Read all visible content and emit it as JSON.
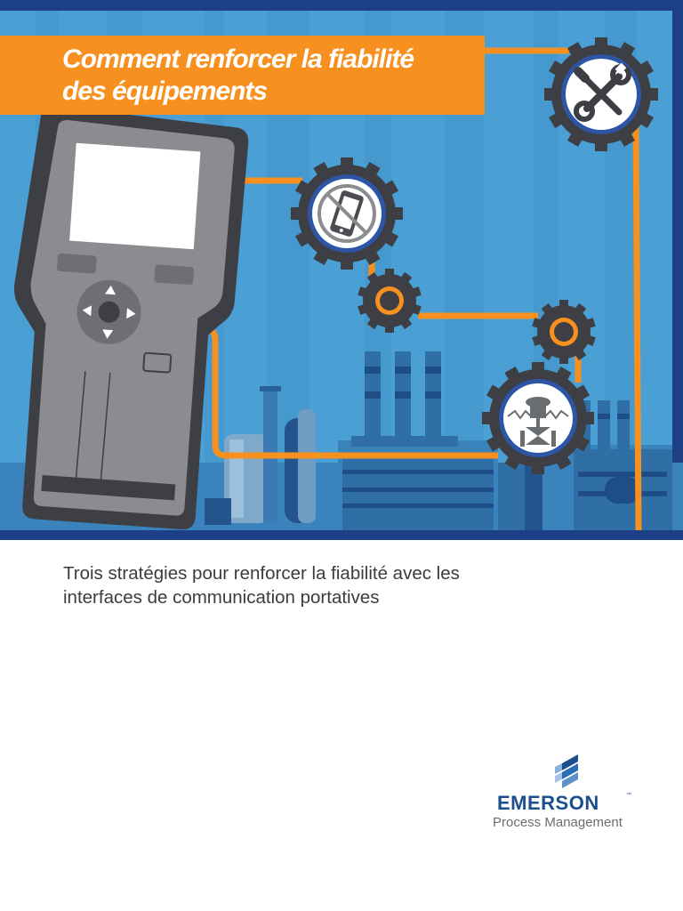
{
  "cover": {
    "title_line1": "Comment renforcer la fiabilité",
    "title_line2": "des équipements",
    "subtitle_line1": "Trois stratégies pour renforcer la fiabilité avec les",
    "subtitle_line2": "interfaces de communication portatives"
  },
  "brand": {
    "name": "EMERSON",
    "trademark": "™",
    "tagline": "Process Management"
  },
  "icons": {
    "tools_gear": "wrench-screwdriver-icon",
    "no_phone_gear": "no-smartphone-icon",
    "valve_gear": "control-valve-icon",
    "logo_mark": "emerson-logo-icon"
  },
  "colors": {
    "sky_blue": "#4a9fd4",
    "frame_navy": "#1d3f86",
    "orange_accent": "#f7901e",
    "gear_dark": "#3d3f44",
    "ring_blue": "#2d55a6",
    "brand_blue": "#1b4f8e",
    "text_dark": "#3c3c3c"
  }
}
